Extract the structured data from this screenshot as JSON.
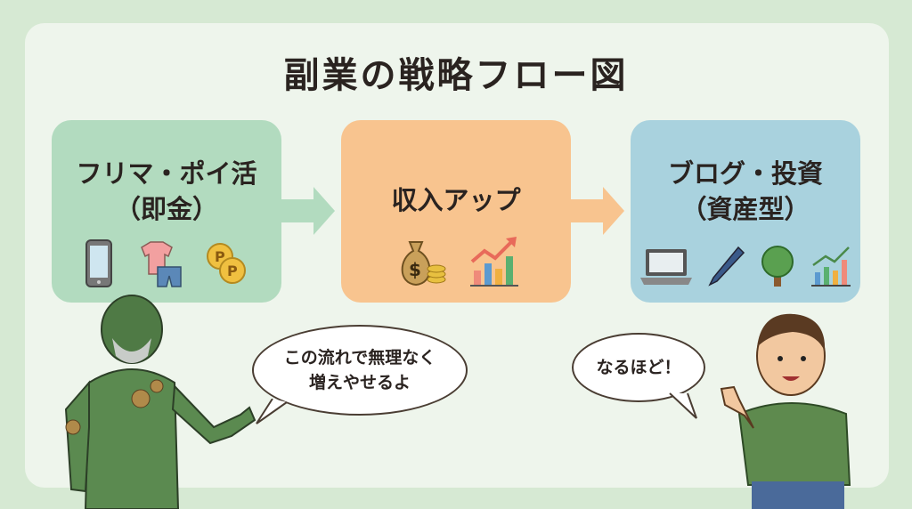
{
  "title": "副業の戦略フロー図",
  "steps": [
    {
      "line1": "フリマ・ポイ活",
      "line2": "（即金）",
      "icons": [
        "smartphone-icon",
        "clothes-icon",
        "points-coins-icon"
      ],
      "color": "#b2dbbf"
    },
    {
      "line1": "収入アップ",
      "icons": [
        "money-bag-icon",
        "growth-chart-icon"
      ],
      "color": "#f8c48f"
    },
    {
      "line1": "ブログ・投資",
      "line2": "（資産型）",
      "icons": [
        "laptop-icon",
        "pen-icon",
        "tree-icon",
        "chart-icon"
      ],
      "color": "#a9d2de"
    }
  ],
  "bubbles": {
    "left_line1": "この流れで無理なく",
    "left_line2": "増えやせるよ",
    "right": "なるほど！"
  }
}
